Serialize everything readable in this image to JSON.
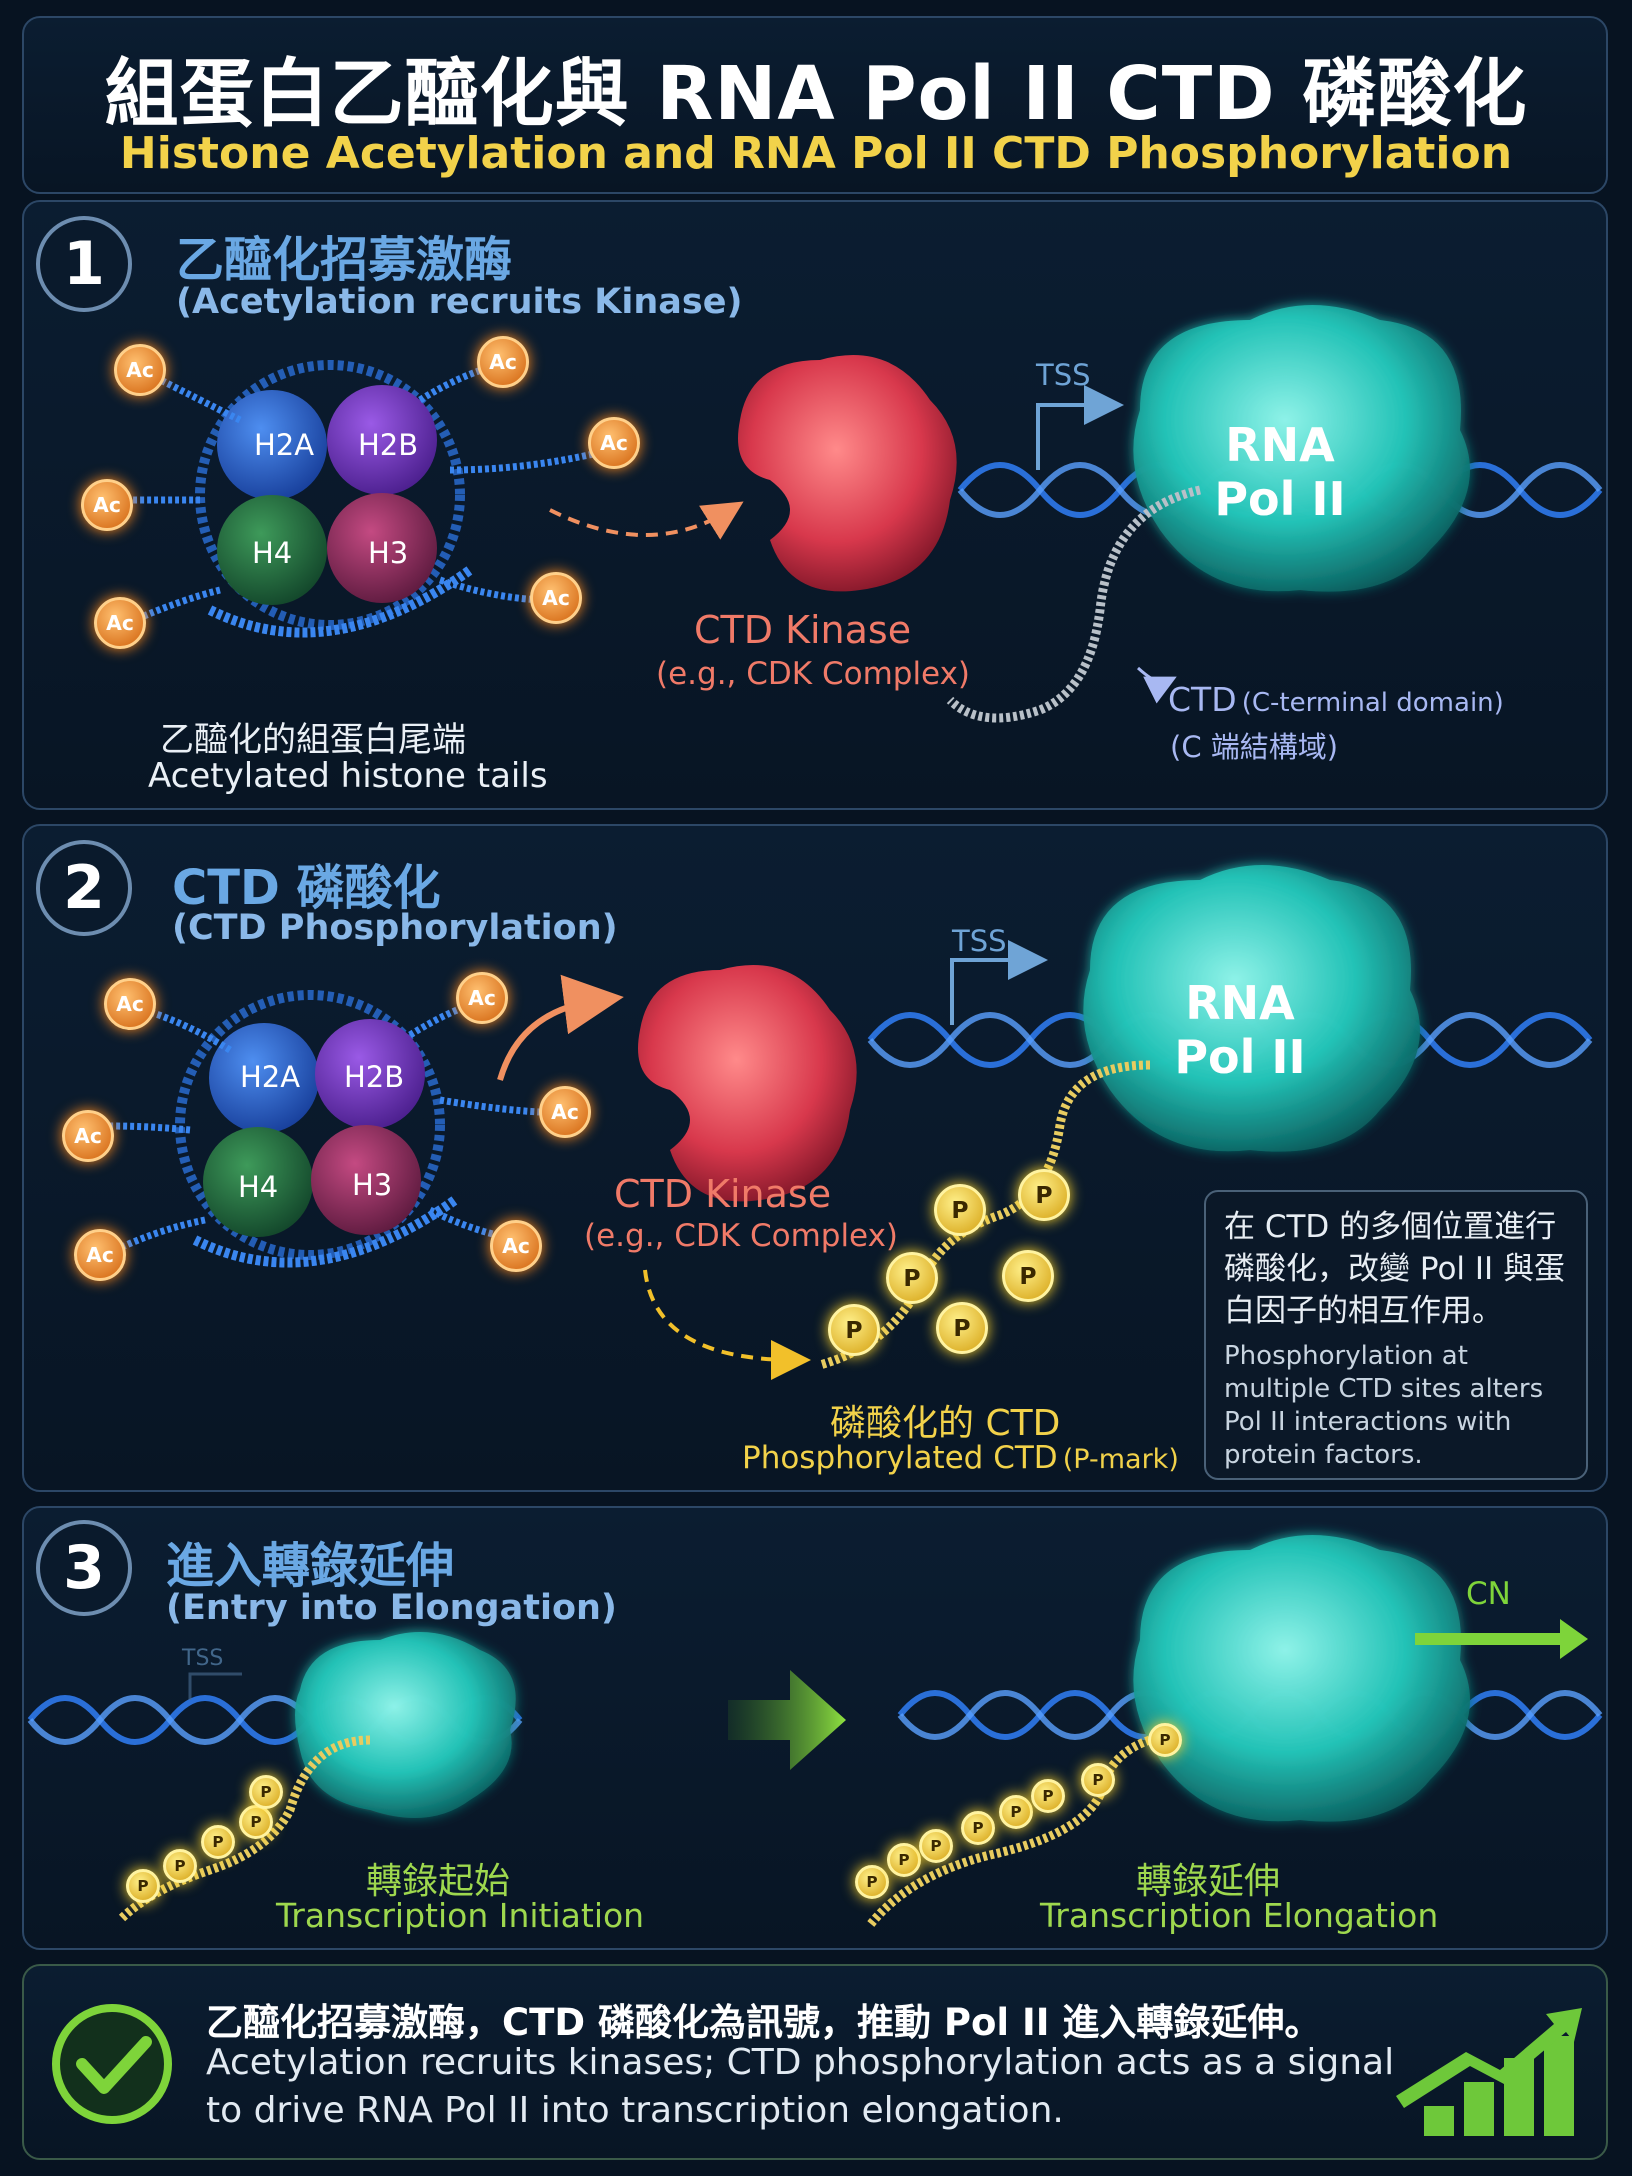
{
  "header": {
    "title_zh": "組蛋白乙醯化與 RNA Pol II CTD 磷酸化",
    "title_en": "Histone Acetylation and RNA Pol II CTD Phosphorylation"
  },
  "labels": {
    "ac": "Ac",
    "p": "P",
    "h2a": "H2A",
    "h2b": "H2B",
    "h3": "H3",
    "h4": "H4",
    "tss": "TSS",
    "rna": "RNA",
    "pol2": "Pol II",
    "cn": "CN"
  },
  "step1": {
    "number": "1",
    "title_zh": "乙醯化招募激酶",
    "title_en": "(Acetylation recruits Kinase)",
    "tails_zh": "乙醯化的組蛋白尾端",
    "tails_en": "Acetylated histone tails",
    "kinase": "CTD Kinase",
    "kinase_eg": "(e.g., CDK Complex)",
    "ctd": "CTD",
    "ctd_desc": "(C-terminal domain)",
    "ctd_zh": "(C 端結構域)"
  },
  "step2": {
    "number": "2",
    "title_zh": "CTD 磷酸化",
    "title_en": "(CTD Phosphorylation)",
    "kinase": "CTD Kinase",
    "kinase_eg": "(e.g., CDK Complex)",
    "phos_zh": "磷酸化的 CTD",
    "phos_en": "Phosphorylated CTD",
    "phos_mark": "(P-mark)",
    "info_zh": "在 CTD 的多個位置進行磷酸化，改變 Pol II 與蛋白因子的相互作用。",
    "info_en": "Phosphorylation at multiple CTD sites alters Pol II interactions with protein factors."
  },
  "step3": {
    "number": "3",
    "title_zh": "進入轉錄延伸",
    "title_en": "(Entry into Elongation)",
    "init_zh": "轉錄起始",
    "init_en": "Transcription Initiation",
    "elong_zh": "轉錄延伸",
    "elong_en": "Transcription Elongation"
  },
  "summary": {
    "zh": "乙醯化招募激酶，CTD 磷酸化為訊號，推動 Pol II 進入轉錄延伸。",
    "en_line1": "Acetylation recruits kinases; CTD phosphorylation acts as a signal",
    "en_line2": "to drive RNA Pol II into transcription elongation."
  },
  "colors": {
    "accent_yellow": "#f2d24a",
    "kinase_red": "#e0485a",
    "pol_teal": "#23c4b8",
    "dna_blue": "#2a6fd8",
    "ac_orange": "#f08a1c",
    "success_green": "#7ed43a"
  }
}
